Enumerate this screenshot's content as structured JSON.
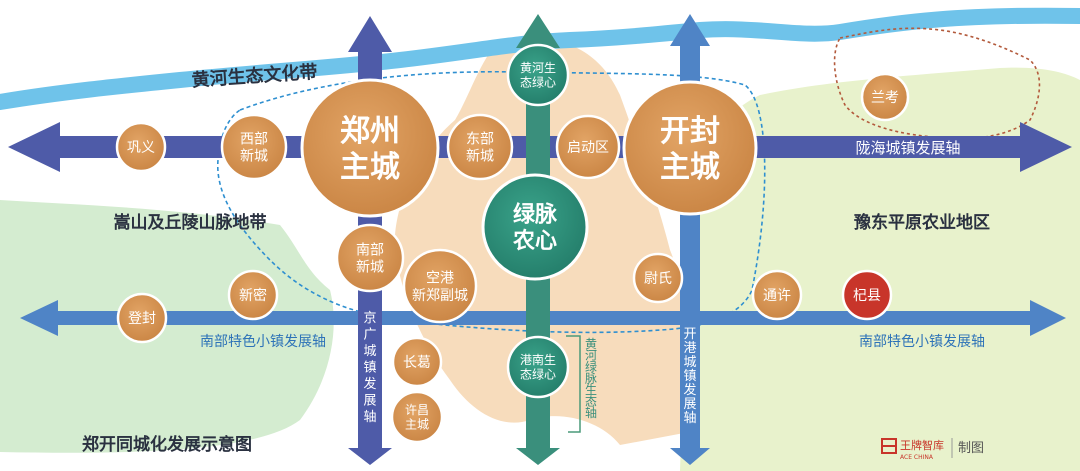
{
  "title": "郑开同城化发展示意图",
  "credit": {
    "logo_text": "王牌智库",
    "logo_sub": "ACE CHINA",
    "suffix": "制图"
  },
  "regions": {
    "river": "黄河生态文化带",
    "west_belt": "嵩山及丘陵山脉地带",
    "east_area": "豫东平原农业地区"
  },
  "axes": {
    "upper_east": "陇海城镇发展轴",
    "lower_west": "南部特色小镇发展轴",
    "lower_east": "南部特色小镇发展轴",
    "jingguang": "京广城镇发展轴",
    "green_vertical": "黄河绿脉生态轴",
    "kaigang": "开港城镇发展轴"
  },
  "nodes": {
    "gongyi": "巩义",
    "xibu": "西部新城",
    "zhengzhou": "郑州主城",
    "dongbu": "东部新城",
    "huanghe_green": "黄河生态绿心",
    "qidong": "启动区",
    "kaifeng": "开封主城",
    "lankao": "兰考",
    "lvmai": "绿脉农心",
    "nanbu": "南部新城",
    "konggang": "空港新郑副城",
    "weishi": "尉氏",
    "tongxu": "通许",
    "qixian": "杞县",
    "dengfeng": "登封",
    "xinmi": "新密",
    "changge": "长葛",
    "xuchang": "许昌主城",
    "gangnan_green": "港南生态绿心"
  },
  "colors": {
    "river": "#6fc3ea",
    "green_region": "#d4ecd0",
    "east_region": "#e8f2cc",
    "core_area": "#f7dcbc",
    "axis_dark": "#4e5ba8",
    "axis_blue": "#4f84c6",
    "axis_green": "#3a8f7c",
    "node_orange": "#d4904b",
    "node_teal": "#2d8f7a",
    "node_red": "#c8352a",
    "text_dark": "#2a3140",
    "text_blue": "#2e73b8"
  }
}
